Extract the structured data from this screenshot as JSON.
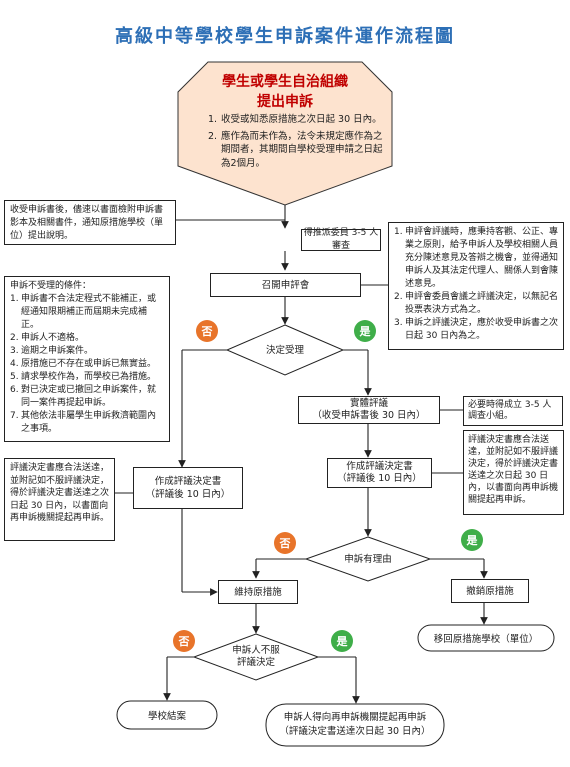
{
  "title": "高級中等學校學生申訴案件運作流程圖",
  "start": {
    "title_line1": "學生或學生自治組織",
    "title_line2": "提出申訴",
    "items": [
      "收受或知悉原措施之次日起 30 日內。",
      "應作為而未作為，法令未規定應作為之期間者，其期間自學校受理申請之日起為2個月。"
    ]
  },
  "note_left_top": "收受申訴書後，儘速以書面檢附申訴書影本及相關書件，通知原措施學校（單位）提出說明。",
  "appoint_box": "得推派委員 3-5 人審查",
  "convene_box": "召開申評會",
  "note_right_review": [
    "申評會評議時，應秉持客觀、公正、專業之原則，給予申訴人及學校相關人員充分陳述意見及答辯之機會，並得通知申訴人及其法定代理人、關係人到會陳述意見。",
    "申評會委員會議之評議決定，以無記名投票表決方式為之。",
    "申訴之評議決定，應於收受申訴書之次日起 30 日內為之。"
  ],
  "note_left_reject": {
    "heading": "申訴不受理的條件：",
    "items": [
      "申訴書不合法定程式不能補正，或經通知限期補正而屆期未完成補正。",
      "申訴人不適格。",
      "逾期之申訴案件。",
      "原措施已不存在或申訴已無實益。",
      "請求學校作為，而學校已為措施。",
      "對已決定或已撤回之申訴案件，就同一案件再提起申訴。",
      "其他依法非屬學生申訴救濟範圍內之事項。"
    ]
  },
  "decide_accept": "決定受理",
  "label_no": "否",
  "label_yes": "是",
  "substantive_review": {
    "line1": "實體評議",
    "line2": "（收受申訴書後 30 日內）"
  },
  "note_investigate": "必要時得成立 3-5 人調查小組。",
  "decision_left": {
    "line1": "作成評議決定書",
    "line2": "（評議後 10 日內）"
  },
  "decision_right": {
    "line1": "作成評議決定書",
    "line2": "（評議後 10 日內）"
  },
  "note_left_decision": "評議決定書應合法送達，並附記如不服評議決定，得於評議決定書送達之次日起 30 日內，以書面向再申訴機關提起再申訴。",
  "note_right_decision": "評議決定書應合法送達，並附記如不服評議決定，得於評議決定書送達之次日起 30 日內，以書面向再申訴機關提起再申訴。",
  "decide_reason": "申訴有理由",
  "maintain_box": "維持原措施",
  "revoke_box": "撤銷原措施",
  "remand_box": "移回原措施學校（單位）",
  "decide_appeal": {
    "line1": "申訴人不服",
    "line2": "評議決定"
  },
  "close_box": "學校結案",
  "reappeal_box": {
    "line1": "申訴人得向再申訴機關提起再申訴",
    "line2": "（評議決定書送達次日起 30 日內）"
  },
  "colors": {
    "title": "#2d6fb6",
    "start_fill": "#fde3cf",
    "start_title": "#c00000",
    "no_badge": "#e8742a",
    "yes_badge": "#3fae49",
    "line": "#222222"
  }
}
